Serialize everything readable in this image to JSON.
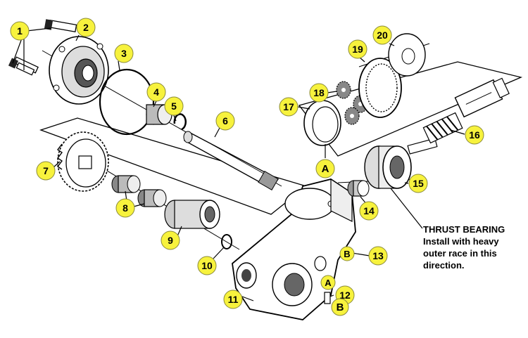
{
  "callouts": [
    {
      "num": "1"
    },
    {
      "num": "2"
    },
    {
      "num": "3"
    },
    {
      "num": "4"
    },
    {
      "num": "5"
    },
    {
      "num": "6"
    },
    {
      "num": "7"
    },
    {
      "num": "8"
    },
    {
      "num": "9"
    },
    {
      "num": "10"
    },
    {
      "num": "11"
    },
    {
      "num": "12"
    },
    {
      "num": "13"
    },
    {
      "num": "14"
    },
    {
      "num": "15"
    },
    {
      "num": "16"
    },
    {
      "num": "17"
    },
    {
      "num": "18"
    },
    {
      "num": "19"
    },
    {
      "num": "20"
    }
  ],
  "letters": {
    "a_callout": "A",
    "b_callout": "B",
    "a_small": "A",
    "b_bottom": "B"
  },
  "note": {
    "line1": "THRUST BEARING",
    "line2": "Install with heavy",
    "line3": "outer race in this",
    "line4": "direction."
  },
  "colors": {
    "callout_fill": "#f7f23d",
    "callout_stroke": "#8a8a3a",
    "line": "#000000",
    "background": "#ffffff"
  }
}
